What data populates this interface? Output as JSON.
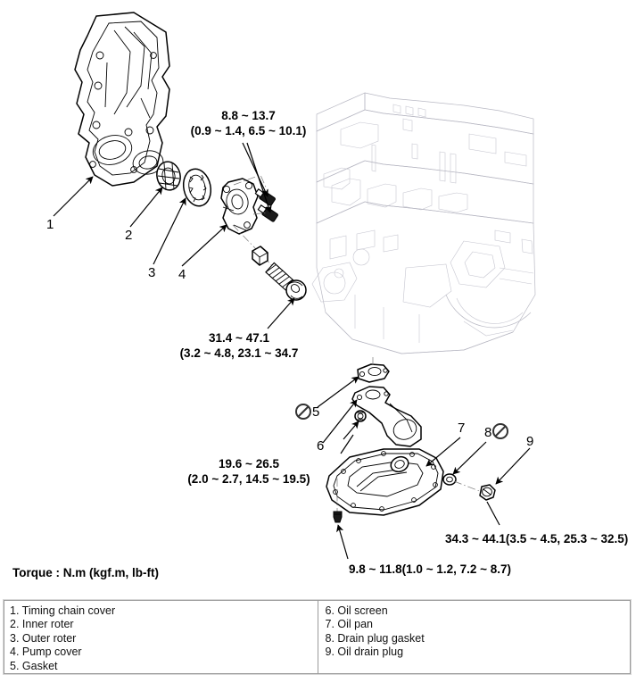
{
  "figure": {
    "torque_caption": "Torque : N.m (kgf.m, lb-ft)",
    "torque_notes": [
      {
        "id": "pump-cover-bolts",
        "line1": "8.8 ~ 13.7",
        "line2": "(0.9 ~ 1.4, 6.5 ~ 10.1)"
      },
      {
        "id": "relief-valve-cap",
        "line1": "31.4 ~ 47.1",
        "line2": "(3.2 ~ 4.8, 23.1 ~ 34.7"
      },
      {
        "id": "oil-screen-bolts",
        "line1": "19.6 ~ 26.5",
        "line2": "(2.0 ~ 2.7, 14.5 ~ 19.5)"
      },
      {
        "id": "oil-drain-plug",
        "line1": "34.3 ~ 44.1(3.5 ~ 4.5, 25.3 ~ 32.5)",
        "line2": ""
      },
      {
        "id": "oil-pan-bolts",
        "line1": "9.8 ~ 11.8(1.0 ~ 1.2, 7.2 ~ 8.7)",
        "line2": ""
      }
    ],
    "callout_numbers": [
      "1",
      "2",
      "3",
      "4",
      "5",
      "6",
      "7",
      "8",
      "9"
    ]
  },
  "legend": {
    "left_column": [
      "1. Timing chain cover",
      "2. Inner roter",
      "3. Outer roter",
      "4. Pump cover",
      "5. Gasket"
    ],
    "right_column": [
      "6. Oil screen",
      "7. Oil pan",
      "8. Drain plug gasket",
      "9. Oil drain plug"
    ]
  }
}
